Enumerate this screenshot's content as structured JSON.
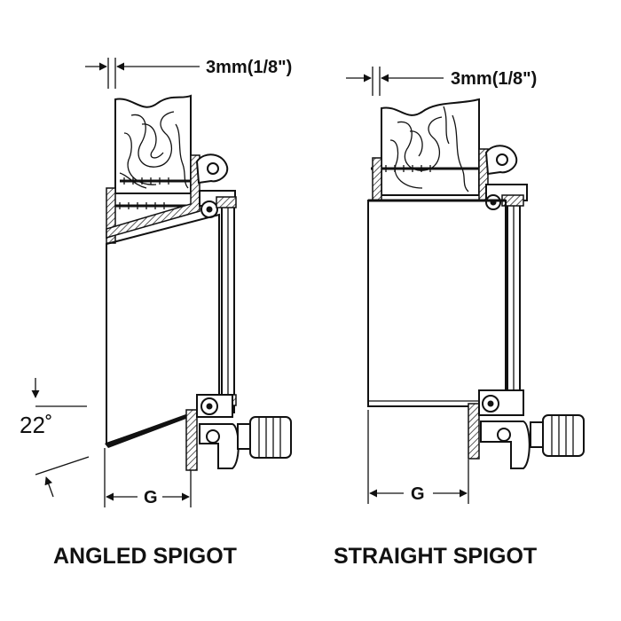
{
  "figure": {
    "left_panel": {
      "caption": "ANGLED SPIGOT",
      "gap_label": "3mm(1/8\")",
      "width_label": "G",
      "angle_label": "22˚"
    },
    "right_panel": {
      "caption": "STRAIGHT SPIGOT",
      "gap_label": "3mm(1/8\")",
      "width_label": "G"
    }
  },
  "colors": {
    "ink": "#111111",
    "background": "#ffffff"
  }
}
